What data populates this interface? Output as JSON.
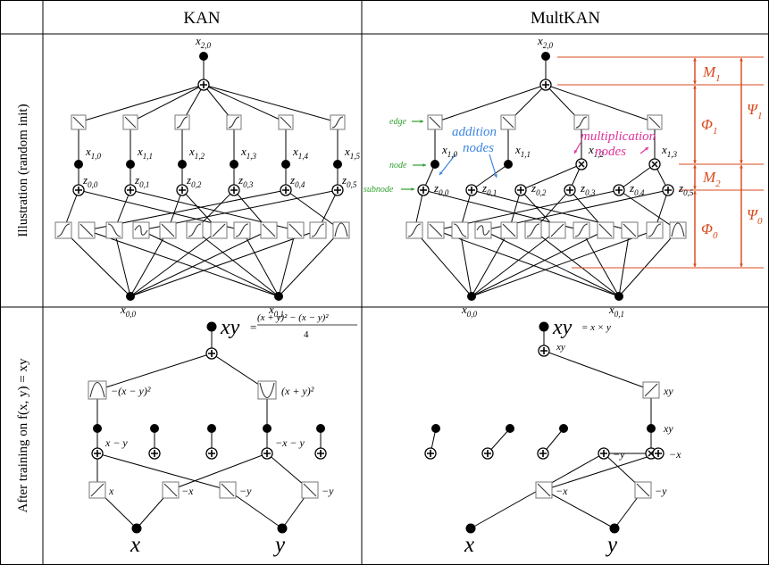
{
  "header": {
    "col_kan": "KAN",
    "col_multkan": "MultKAN"
  },
  "row_labels": {
    "illustration": "Illustration (random init)",
    "after_training": "After training on f(x, y) = xy"
  },
  "kan_top": {
    "out": "x",
    "out_sub": "2,0",
    "x1": [
      [
        "x",
        "1,0"
      ],
      [
        "x",
        "1,1"
      ],
      [
        "x",
        "1,2"
      ],
      [
        "x",
        "1,3"
      ],
      [
        "x",
        "1,4"
      ],
      [
        "x",
        "1,5"
      ]
    ],
    "z0": [
      [
        "z",
        "0,0"
      ],
      [
        "z",
        "0,1"
      ],
      [
        "z",
        "0,2"
      ],
      [
        "z",
        "0,3"
      ],
      [
        "z",
        "0,4"
      ],
      [
        "z",
        "0,5"
      ]
    ],
    "in0": [
      "x",
      "0,0"
    ],
    "in1": [
      "x",
      "0,1"
    ]
  },
  "mult_top": {
    "out": "x",
    "out_sub": "2,0",
    "x1": [
      [
        "x",
        "1,0"
      ],
      [
        "x",
        "1,1"
      ],
      [
        "x",
        "1,2"
      ],
      [
        "x",
        "1,3"
      ]
    ],
    "z0": [
      [
        "z",
        "0,0"
      ],
      [
        "z",
        "0,1"
      ],
      [
        "z",
        "0,2"
      ],
      [
        "z",
        "0,3"
      ],
      [
        "z",
        "0,4"
      ],
      [
        "z",
        "0,5"
      ]
    ],
    "in0": [
      "x",
      "0,0"
    ],
    "in1": [
      "x",
      "0,1"
    ],
    "ann_edge": "edge",
    "ann_node": "node",
    "ann_subnode": "subnode",
    "ann_addition": "addition",
    "ann_addition2": "nodes",
    "ann_mult": "multiplication",
    "ann_mult2": "nodes",
    "M1": "M",
    "M1_sub": "1",
    "M2": "M",
    "M2_sub": "2",
    "Phi1": "Φ",
    "Phi1_sub": "1",
    "Phi0": "Φ",
    "Phi0_sub": "0",
    "Psi1": "Ψ",
    "Psi1_sub": "1",
    "Psi0": "Ψ",
    "Psi0_sub": "0"
  },
  "kan_bottom": {
    "out": "xy",
    "eq": "=",
    "frac_num": "(x + y)² − (x − y)²",
    "frac_den": "4",
    "f_left": "−(x − y)²",
    "f_right": "(x + y)²",
    "sum_left": "x − y",
    "sum_right": "−x − y",
    "e1": "x",
    "e2": "−x",
    "e3": "−y",
    "e4": "−y",
    "in_x": "x",
    "in_y": "y"
  },
  "mult_bottom": {
    "out": "xy",
    "eq": "= x × y",
    "top_lbl": "xy",
    "edge_lbl": "xy",
    "mult_lbl": "xy",
    "s1": "−y",
    "s2": "−x",
    "e1": "−x",
    "e2": "−y",
    "in_x": "x",
    "in_y": "y"
  }
}
